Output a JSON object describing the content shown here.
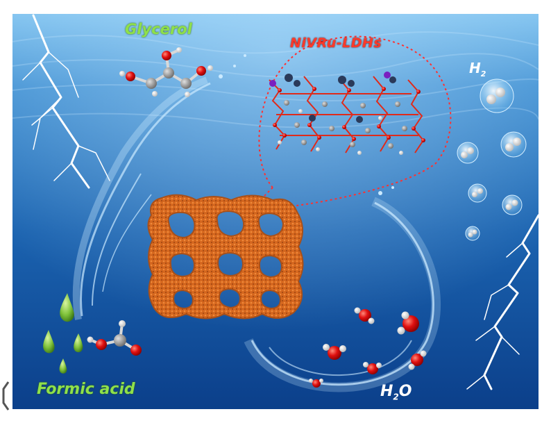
{
  "labels": {
    "glycerol": "Glycerol",
    "catalyst": "NiVRu-LDHs",
    "formic_acid": "Formic acid",
    "h2_main": "H",
    "h2_sub": "2",
    "h2o_h": "H",
    "h2o_sub": "2",
    "h2o_o": "O"
  },
  "colors": {
    "background_top": "#5aa8e0",
    "background_bottom": "#0a3d8a",
    "scaffold": "#d86a22",
    "label_green": "#8fe04a",
    "label_red": "#ff3a2a",
    "oxygen_atom": "#e01010",
    "hydrogen_atom": "#f2f2f2",
    "carbon_atom": "#9a9a9a",
    "metal_atom": "#2a3a5a",
    "dopant_atom": "#7a20c0",
    "droplet": "#7fc23a"
  },
  "icons": [
    "lightning-bolt-icon",
    "water-splash-icon",
    "water-droplet-icon",
    "hydrogen-bubble-icon",
    "water-molecule-icon"
  ]
}
